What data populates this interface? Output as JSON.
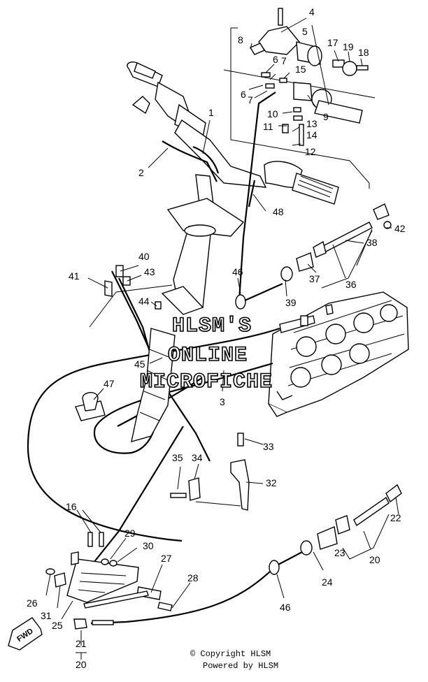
{
  "callouts": [
    "1",
    "2",
    "3",
    "4",
    "5",
    "6",
    "7",
    "8",
    "9",
    "10",
    "11",
    "12",
    "13",
    "14",
    "15",
    "16",
    "17",
    "18",
    "19",
    "20",
    "21",
    "22",
    "23",
    "24",
    "25",
    "26",
    "27",
    "28",
    "29",
    "30",
    "31",
    "32",
    "33",
    "34",
    "35",
    "36",
    "37",
    "38",
    "39",
    "40",
    "41",
    "42",
    "43",
    "44",
    "45",
    "46",
    "47",
    "48"
  ],
  "watermark": {
    "line1": "HLSM'S",
    "line2": "ONLINE",
    "line3": "MICROFICHE"
  },
  "direction_tag": "FWD",
  "footer": {
    "copyright": "© Copyright HLSM",
    "powered": "Powered by HLSM"
  }
}
